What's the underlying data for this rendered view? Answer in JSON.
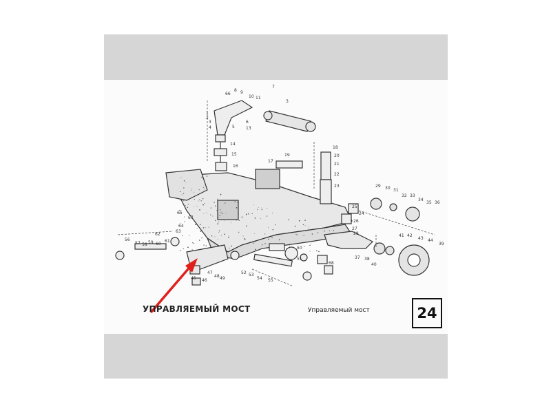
{
  "captions": {
    "main": "УПРАВЛЯЕМЫЙ МОСТ",
    "secondary": "Управляемый мост",
    "page_number": "24"
  },
  "part_labels": [
    "66",
    "8",
    "9",
    "10",
    "11",
    "7",
    "3",
    "1",
    "2",
    "3",
    "4",
    "6",
    "13",
    "5",
    "14",
    "15",
    "16",
    "17",
    "19",
    "18",
    "20",
    "21",
    "22",
    "23",
    "24",
    "25",
    "26",
    "27",
    "28",
    "29",
    "30",
    "31",
    "32",
    "33",
    "34",
    "35",
    "36",
    "37",
    "38",
    "39",
    "40",
    "41",
    "42",
    "43",
    "44",
    "45",
    "46",
    "47",
    "48",
    "49",
    "50",
    "51",
    "52",
    "53",
    "54",
    "55",
    "56",
    "57",
    "58",
    "59",
    "60",
    "61",
    "62",
    "63",
    "64",
    "65",
    "67",
    "68"
  ],
  "colors": {
    "ink": "#333333",
    "band": "#d6d6d6",
    "arrow": "#e0201b"
  }
}
